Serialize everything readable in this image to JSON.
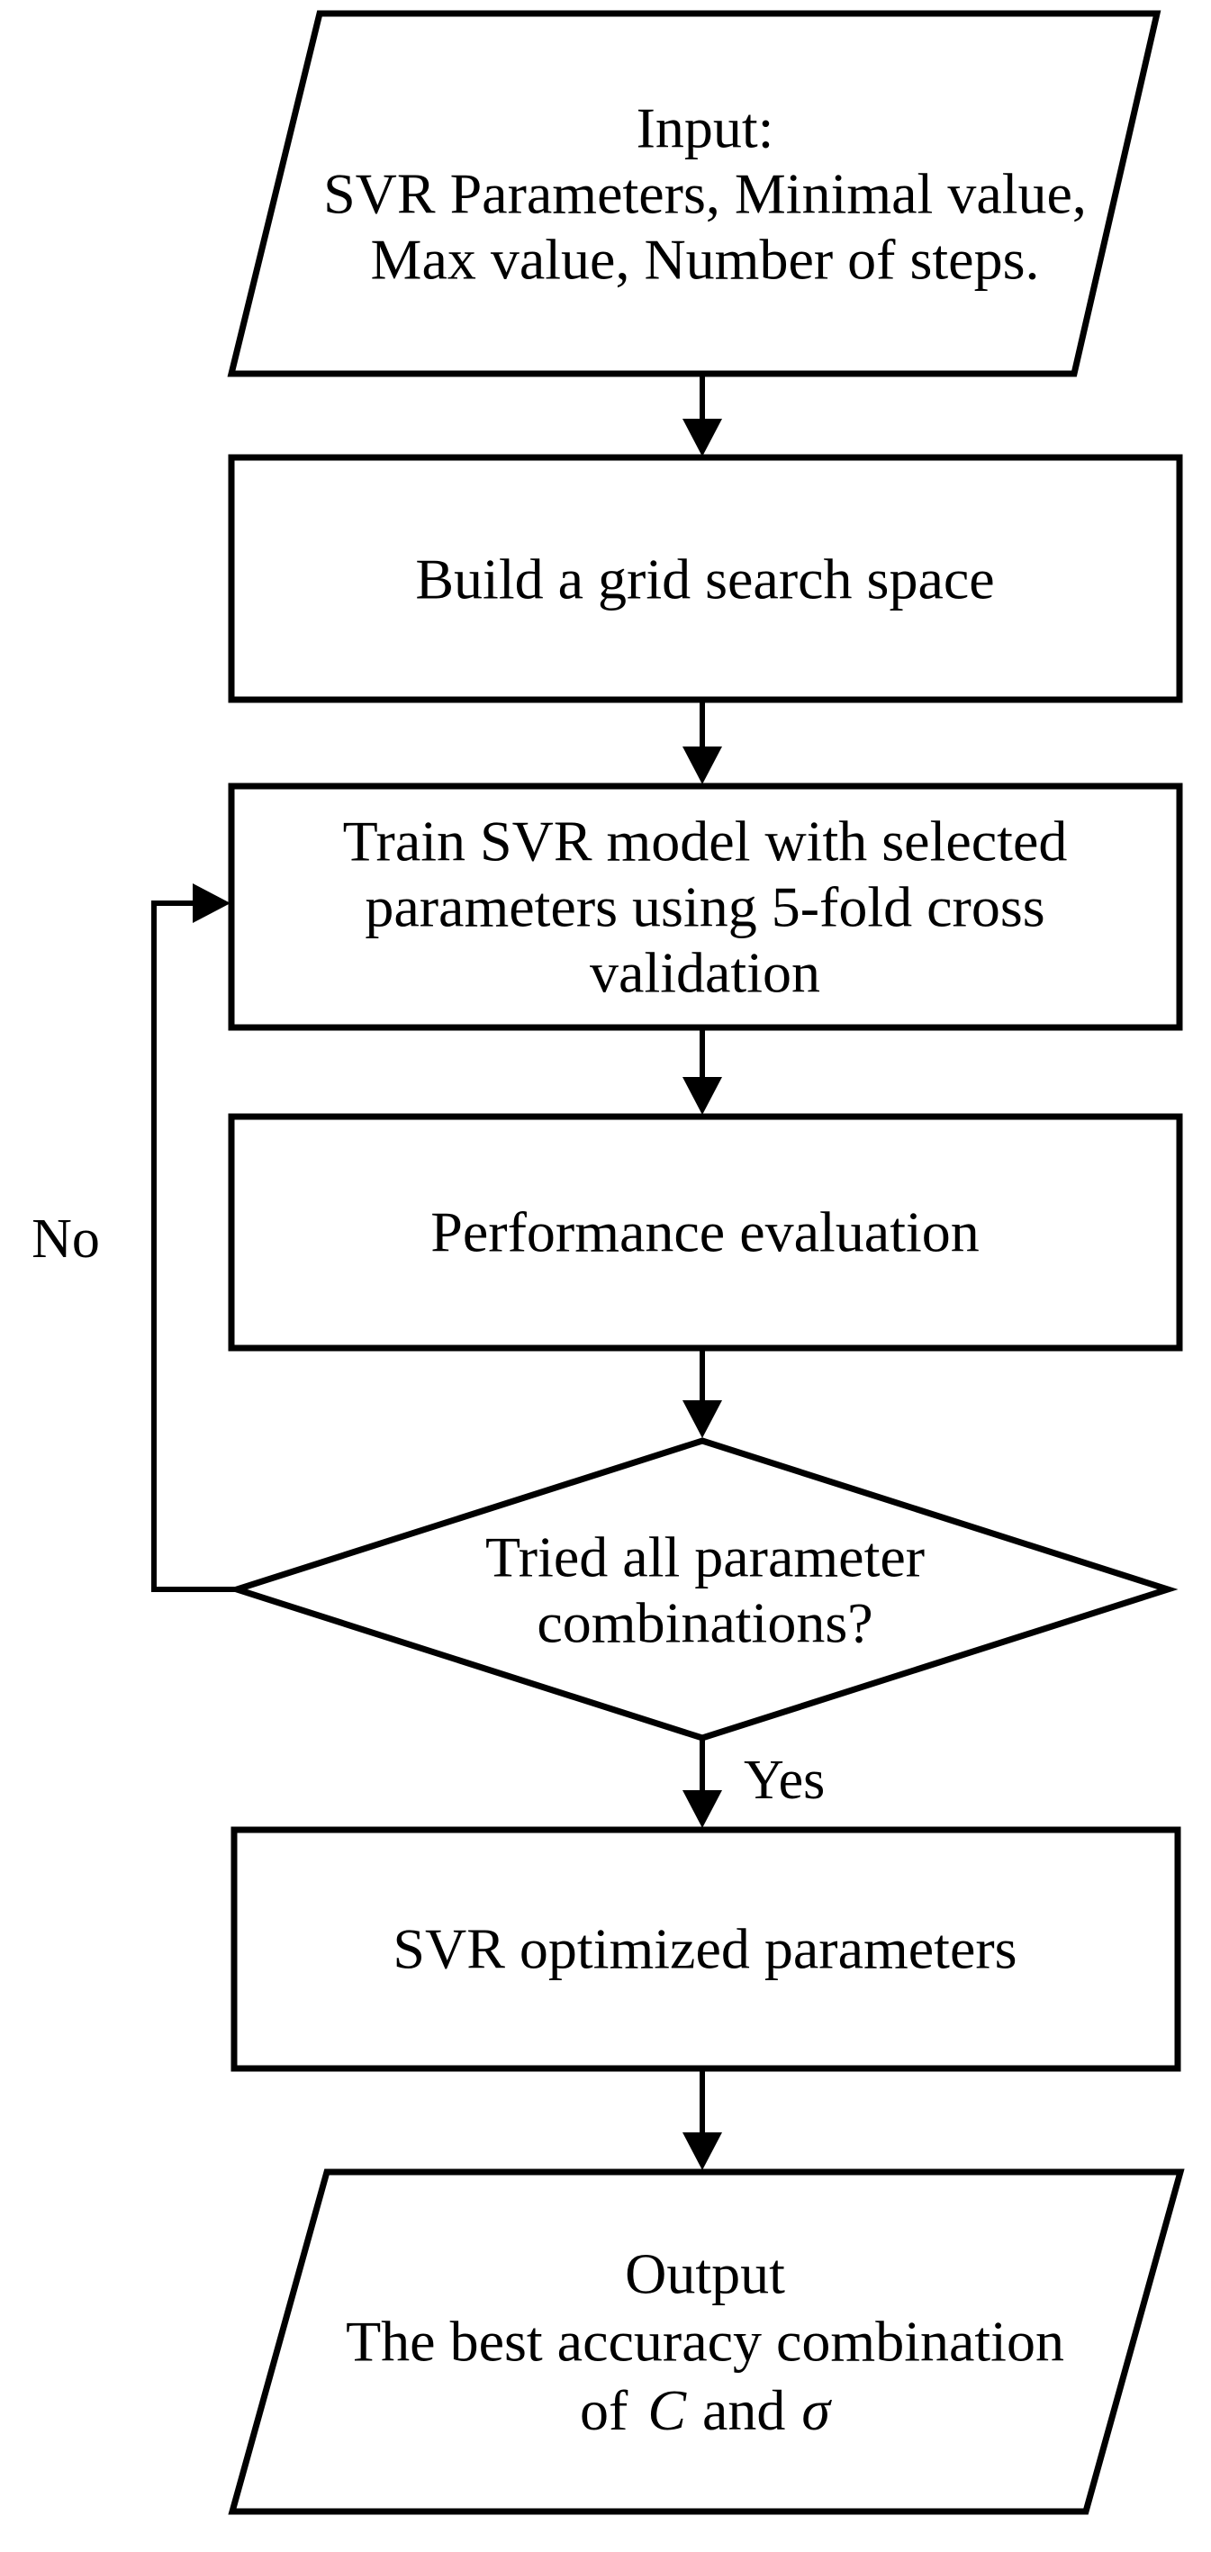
{
  "diagram": {
    "background": "#ffffff",
    "stroke_color": "#000000",
    "nodes": {
      "input": {
        "lines": [
          "Input:",
          "SVR Parameters, Minimal value,",
          "Max value, Number of steps."
        ]
      },
      "build_grid": {
        "label": "Build a grid search space"
      },
      "train_svr": {
        "lines": [
          "Train SVR model with selected",
          "parameters using 5-fold cross",
          "validation"
        ]
      },
      "performance_evaluation": {
        "label": "Performance evaluation"
      },
      "decision": {
        "lines": [
          "Tried all parameter",
          "combinations?"
        ]
      },
      "optimized_parameters": {
        "label": "SVR optimized parameters"
      },
      "output": {
        "lines": [
          "Output",
          "The best accuracy combination"
        ],
        "line3": {
          "of": "of",
          "c": "C",
          "and": "and",
          "sigma": "σ"
        }
      }
    },
    "edge_labels": {
      "yes": "Yes",
      "no": "No"
    }
  }
}
